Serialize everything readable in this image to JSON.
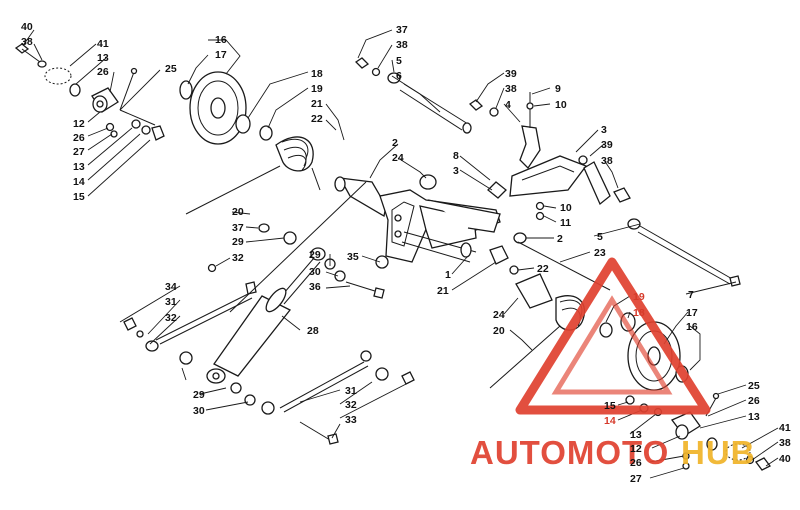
{
  "diagram": {
    "callouts_left": [
      {
        "id": "c40a",
        "text": "40"
      },
      {
        "id": "c38a",
        "text": "38"
      },
      {
        "id": "c41a",
        "text": "41"
      },
      {
        "id": "c13a",
        "text": "13"
      },
      {
        "id": "c26a",
        "text": "26"
      },
      {
        "id": "c25a",
        "text": "25"
      },
      {
        "id": "c16a",
        "text": "16"
      },
      {
        "id": "c17a",
        "text": "17"
      },
      {
        "id": "c18a",
        "text": "18"
      },
      {
        "id": "c19a",
        "text": "19"
      },
      {
        "id": "c21a",
        "text": "21"
      },
      {
        "id": "c22a",
        "text": "22"
      },
      {
        "id": "c12a",
        "text": "12"
      },
      {
        "id": "c26b",
        "text": "26"
      },
      {
        "id": "c27a",
        "text": "27"
      },
      {
        "id": "c13b",
        "text": "13"
      },
      {
        "id": "c14a",
        "text": "14"
      },
      {
        "id": "c15a",
        "text": "15"
      },
      {
        "id": "c20a",
        "text": "20"
      },
      {
        "id": "c37a",
        "text": "37"
      },
      {
        "id": "c29a",
        "text": "29"
      },
      {
        "id": "c32a",
        "text": "32"
      },
      {
        "id": "c34a",
        "text": "34"
      },
      {
        "id": "c31a",
        "text": "31"
      },
      {
        "id": "c32b",
        "text": "32"
      },
      {
        "id": "c28a",
        "text": "28"
      },
      {
        "id": "c29b",
        "text": "29"
      },
      {
        "id": "c30a",
        "text": "30"
      },
      {
        "id": "c36a",
        "text": "36"
      },
      {
        "id": "c35a",
        "text": "35"
      },
      {
        "id": "c29c",
        "text": "29"
      },
      {
        "id": "c30b",
        "text": "30"
      }
    ],
    "callouts_center": [
      {
        "id": "c37b",
        "text": "37"
      },
      {
        "id": "c38b",
        "text": "38"
      },
      {
        "id": "c5a",
        "text": "5"
      },
      {
        "id": "c6a",
        "text": "6"
      },
      {
        "id": "c39a",
        "text": "39"
      },
      {
        "id": "c38c",
        "text": "38"
      },
      {
        "id": "c4a",
        "text": "4"
      },
      {
        "id": "c9a",
        "text": "9"
      },
      {
        "id": "c10a",
        "text": "10"
      },
      {
        "id": "c2a",
        "text": "2"
      },
      {
        "id": "c24a",
        "text": "24"
      },
      {
        "id": "c8a",
        "text": "8"
      },
      {
        "id": "c3a",
        "text": "3"
      },
      {
        "id": "c3b",
        "text": "3"
      },
      {
        "id": "c39b",
        "text": "39"
      },
      {
        "id": "c38d",
        "text": "38"
      },
      {
        "id": "c10b",
        "text": "10"
      },
      {
        "id": "c11a",
        "text": "11"
      },
      {
        "id": "c5b",
        "text": "5"
      },
      {
        "id": "c2b",
        "text": "2"
      },
      {
        "id": "c23a",
        "text": "23"
      },
      {
        "id": "c1a",
        "text": "1"
      },
      {
        "id": "c22b",
        "text": "22"
      },
      {
        "id": "c21b",
        "text": "21"
      },
      {
        "id": "c7a",
        "text": "7"
      },
      {
        "id": "c24b",
        "text": "24"
      },
      {
        "id": "c20b",
        "text": "20"
      },
      {
        "id": "c31b",
        "text": "31"
      },
      {
        "id": "c32c",
        "text": "32"
      },
      {
        "id": "c33a",
        "text": "33"
      }
    ],
    "callouts_right": [
      {
        "id": "c19b",
        "text": "19"
      },
      {
        "id": "c18b",
        "text": "18"
      },
      {
        "id": "c17b",
        "text": "17"
      },
      {
        "id": "c16b",
        "text": "16"
      },
      {
        "id": "c25b",
        "text": "25"
      },
      {
        "id": "c26c",
        "text": "26"
      },
      {
        "id": "c13c",
        "text": "13"
      },
      {
        "id": "c15b",
        "text": "15"
      },
      {
        "id": "c14b",
        "text": "14"
      },
      {
        "id": "c13d",
        "text": "13"
      },
      {
        "id": "c12b",
        "text": "12"
      },
      {
        "id": "c26d",
        "text": "26"
      },
      {
        "id": "c27b",
        "text": "27"
      },
      {
        "id": "c41b",
        "text": "41"
      },
      {
        "id": "c38e",
        "text": "38"
      },
      {
        "id": "c40b",
        "text": "40"
      }
    ]
  },
  "watermark": {
    "text_red": "AUTOMOTO",
    "text_gold": "HUB",
    "colors": {
      "red": "#e0412f",
      "gold": "#f0b429"
    }
  },
  "colors": {
    "ink": "#1a1a1a",
    "paper": "#ffffff"
  }
}
